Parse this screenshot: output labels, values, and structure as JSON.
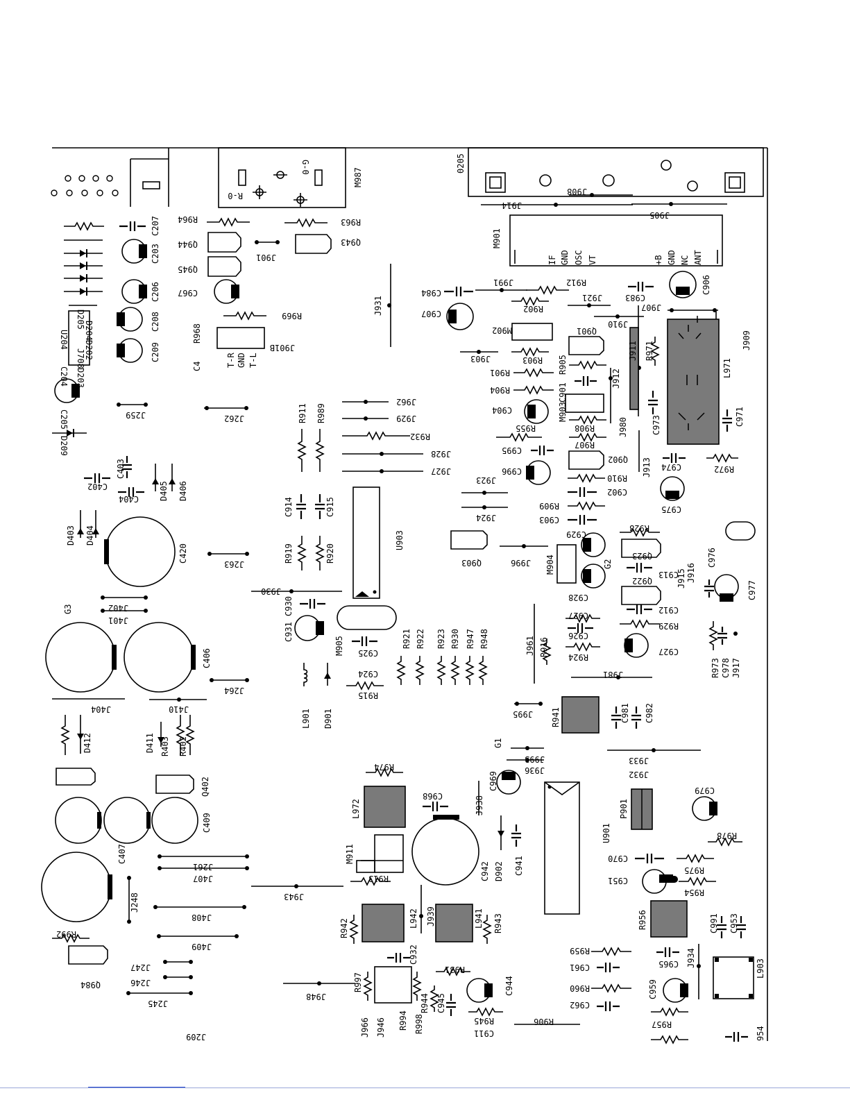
{
  "board": {
    "labels": [
      "D203",
      "D202",
      "D204",
      "D205",
      "J708",
      "U204",
      "C204",
      "C205",
      "D209",
      "C207",
      "C203",
      "C206",
      "C208",
      "C209",
      "R964",
      "Q944",
      "Q945",
      "C967",
      "J901",
      "Q943",
      "R963",
      "M987",
      "R-0",
      "G-0",
      "0205",
      "J908",
      "J914",
      "J905",
      "M901",
      "IF",
      "GND",
      "OSC",
      "VT",
      "+B",
      "GND",
      "NC",
      "ANT",
      "J991",
      "R912",
      "C983",
      "C906",
      "C984",
      "C907",
      "R902",
      "J921",
      "J907",
      "J910",
      "R969",
      "J901B",
      "T-R",
      "GND",
      "T-L",
      "R968",
      "C4",
      "J931",
      "M902",
      "Q901",
      "R971",
      "J909",
      "J911",
      "L971",
      "J903",
      "R903",
      "R905",
      "R901",
      "C901",
      "J912",
      "R904",
      "C904",
      "M903",
      "J980",
      "C973",
      "C971",
      "J259",
      "J262",
      "J962",
      "J929",
      "R932",
      "J928",
      "J927",
      "R911",
      "R989",
      "R955",
      "R908",
      "R907",
      "Q902",
      "C995",
      "C996",
      "C974",
      "R972",
      "C975",
      "J913",
      "R910",
      "C902",
      "J923",
      "J924",
      "R909",
      "C903",
      "C402",
      "C403",
      "C404",
      "D405",
      "D406",
      "D403",
      "D404",
      "C420",
      "J263",
      "C914",
      "C915",
      "R919",
      "R920",
      "U903",
      "Q903",
      "J996",
      "M904",
      "C929",
      "G2",
      "R928",
      "Q923",
      "C913",
      "J915",
      "J916",
      "C976",
      "C977",
      "J402",
      "J401",
      "G3",
      "C406",
      "J930",
      "C931",
      "C930",
      "M905",
      "C925",
      "C924",
      "R915",
      "R921",
      "R922",
      "R923",
      "R930",
      "R947",
      "R948",
      "C928",
      "C927",
      "C926",
      "R924",
      "J961",
      "R916",
      "Q922",
      "C912",
      "R929",
      "C927",
      "R973",
      "C978",
      "J917",
      "J264",
      "J404",
      "J410",
      "L901",
      "D901",
      "J981",
      "J995",
      "R941",
      "C981",
      "C982",
      "D412",
      "D411",
      "R403",
      "R402",
      "G1",
      "J993",
      "J936",
      "J933",
      "J932",
      "Q402",
      "R974",
      "C409",
      "L972",
      "C968",
      "J938",
      "C969",
      "U901",
      "P901",
      "C979",
      "R978",
      "C407",
      "M911",
      "C942",
      "D902",
      "C941",
      "R913",
      "C970",
      "R975",
      "C951",
      "R954",
      "J261",
      "J407",
      "J943",
      "J248",
      "R956",
      "J408",
      "R942",
      "L942",
      "J939",
      "L941",
      "R943",
      "C991",
      "C953",
      "R992",
      "J409",
      "R959",
      "C965",
      "L903",
      "Q984",
      "R997",
      "C932",
      "R931",
      "C961",
      "J934",
      "J247",
      "J246",
      "J948",
      "R944",
      "C945",
      "C944",
      "R960",
      "C959",
      "J245",
      "J966",
      "J946",
      "R994",
      "R998",
      "R945",
      "C911",
      "R906",
      "C962",
      "R957",
      "J209",
      "954"
    ]
  }
}
